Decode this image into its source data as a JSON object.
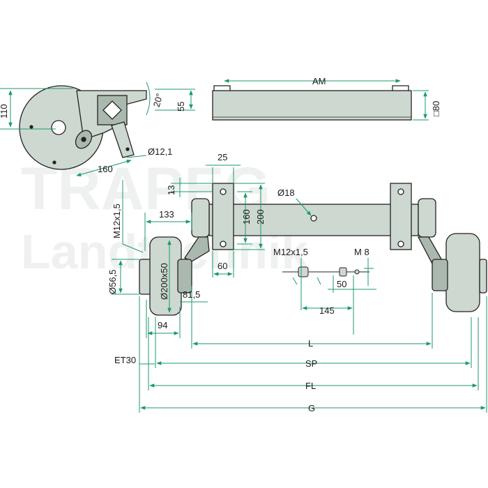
{
  "watermark": {
    "line1": "TRAPEG",
    "line2": "Landtechnik"
  },
  "colors": {
    "part": "#cdd8d0",
    "part_dark": "#aab8ae",
    "dim": "#1a9a6a",
    "outline": "#222222"
  },
  "dimensions": {
    "d110": "110",
    "d55": "55",
    "d20deg": "20°",
    "d12_1": "Ø12,1",
    "d160_side": "160",
    "am": "AM",
    "sq80": "□80",
    "d25": "25",
    "d13": "13",
    "d18": "Ø18",
    "d160": "160",
    "d200": "200",
    "d60": "60",
    "d133": "133",
    "m12_left": "M12x1,5",
    "d56_5": "Ø56,5",
    "d200x50": "Ø200x50",
    "d81_5": "81,5",
    "d94": "94",
    "m12_cable": "M12x1,5",
    "m8": "M 8",
    "d50": "50",
    "d145": "145",
    "l": "L",
    "et30": "ET30",
    "sp": "SP",
    "fl": "FL",
    "g": "G"
  }
}
